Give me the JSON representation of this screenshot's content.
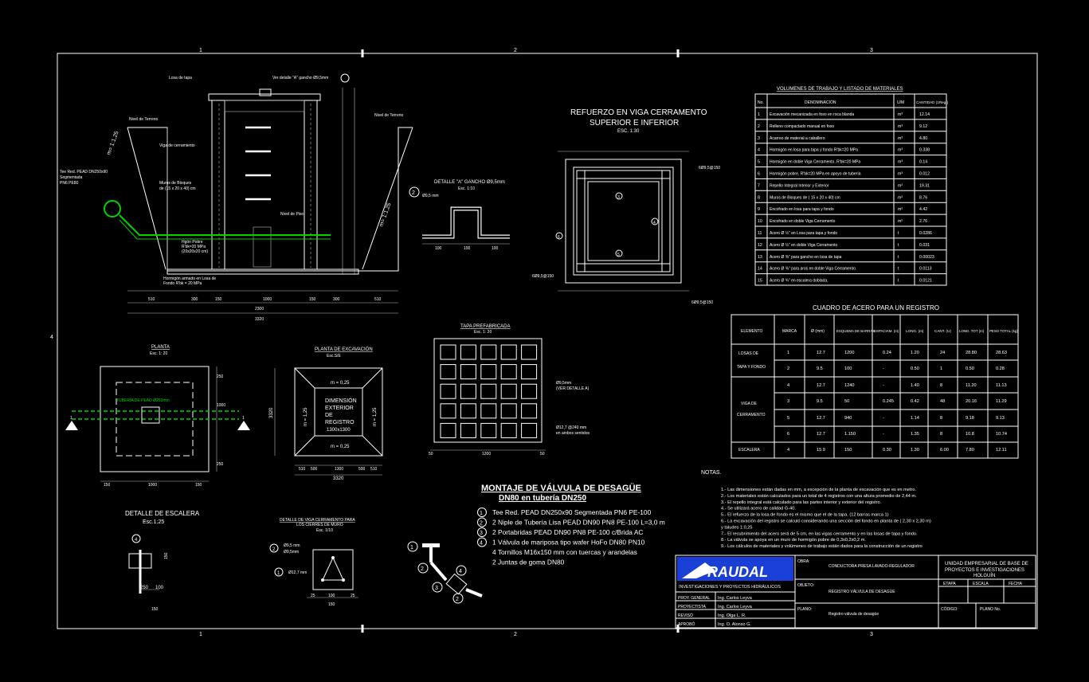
{
  "colors": {
    "background": "#000000",
    "lines": "#ffffff",
    "pipe": "#00d400",
    "logo_blue": "#1a3fd6"
  },
  "section": {
    "labels": [
      "Losa de tapa",
      "Ver detalle \"A\" gancho Ø9,5mm",
      "Nivel de Terreno",
      "Nivel de Terreno",
      "Viga de cerramiento",
      "Tee Red. PEAD DN250x90",
      "Segmentada",
      "PN6 PE80",
      "Muros de Bloques",
      "de (15 x 20 x 40) cm",
      "Hgón Pobre",
      "R'bk=20 MPa",
      "(20x20x20 cm)",
      "Hormigón armado en Losa de",
      "Fondo R'bk = 20 MPa",
      "Nivel de Piso",
      "m= 1:1,25",
      "m= 1:1,25"
    ],
    "dims": [
      "510",
      "300",
      "150",
      "1000",
      "150",
      "300",
      "510",
      "2300",
      "3320"
    ]
  },
  "hook": {
    "title": "DETALLE \"A\" GANCHO Ø9,5mm",
    "scale": "Esc. 1:10",
    "callout": "2",
    "bar": "Ø9,5 mm",
    "dims": [
      "100",
      "100",
      "100"
    ]
  },
  "beam": {
    "title1": "REFUERZO EN VIGA CERRAMENTO",
    "title2": "SUPERIOR E INFERIOR",
    "scale": "ESC. 1:30",
    "labels": [
      "6Ø9,5@150",
      "6Ø9,5@150",
      "6Ø9,5@150"
    ],
    "callouts": [
      "3",
      "4",
      "5",
      "6"
    ]
  },
  "materials": {
    "title": "VOLUMENES DE TRABAJO Y LISTADO DE MATERIALES",
    "headers": [
      "No.",
      "DENOMINACIÓN",
      "U/M",
      "CANTIDAD (1Reg.)"
    ],
    "rows": [
      [
        "1",
        "Excavación mecanizada en foso en roca blanda",
        "m³",
        "12.14"
      ],
      [
        "2",
        "Relleno compactado manual en foso",
        "m³",
        "9.12"
      ],
      [
        "3",
        "Acarreo de material a caballero",
        "m³",
        "4.80"
      ],
      [
        "4",
        "Hormigón en losa para tapa y fondo R'bk=20 MPa",
        "m³",
        "0.338"
      ],
      [
        "5",
        "Hormigón en doble Viga Cerramento, R'bk=20 MPa",
        "m³",
        "0.14"
      ],
      [
        "6",
        "Hormigón pobre, R'bk=20 MPa en apoyo de tubería",
        "m³",
        "0.012"
      ],
      [
        "7",
        "Repello Integral Interior y Exterior",
        "m²",
        "19.31"
      ],
      [
        "8",
        "Muros de Bloques de ( 15 x 20 x 40) cm",
        "m²",
        "8.76"
      ],
      [
        "9",
        "Encofrado en losa para tapa y fondo",
        "m²",
        "4.42"
      ],
      [
        "10",
        "Encofrado en doble Viga Cerramento",
        "m²",
        "2.76"
      ],
      [
        "11",
        "Acero Ø ½\" en Losa para tapa y fondo",
        "t",
        "0.0286"
      ],
      [
        "12",
        "Acero Ø ½\" en doble Viga Cerramento",
        "t",
        "0.031"
      ],
      [
        "13",
        "Acero Ø ⅜\" para gancho en losa de tapa",
        "t",
        "0.00023"
      ],
      [
        "14",
        "Acero Ø ⅜\" para aros en doble Viga Cerramento.",
        "t",
        "0.0113"
      ],
      [
        "15",
        "Acero Ø ¾\" en escalera doblada.",
        "t",
        "0.0121"
      ]
    ]
  },
  "steel": {
    "title": "CUADRO DE ACERO PARA UN REGISTRO",
    "headers": [
      "ELEMENTO",
      "MARCA",
      "Ø (mm)",
      "ESQUEMA DE BARRAS",
      "ESPACIAM. (m)",
      "LONG. (m)",
      "CANT. (U)",
      "LONG. TOT (m)",
      "PESO TOTAL (kg)"
    ],
    "groups": [
      {
        "name1": "LOSAS DE",
        "name2": "TAPA Y FONDO"
      },
      {
        "name1": "VIGA DE",
        "name2": "CERRAMENTO"
      },
      {
        "name1": "ESCALERA",
        "name2": ""
      }
    ],
    "rows": [
      [
        "1",
        "12.7",
        "1200",
        "0.24",
        "1.20",
        "24",
        "28.80",
        "28.63"
      ],
      [
        "2",
        "9.5",
        "100",
        "-",
        "0.50",
        "1",
        "0.50",
        "0.28"
      ],
      [
        "4",
        "12.7",
        "1240",
        "-",
        "1.40",
        "8",
        "11.20",
        "11.13"
      ],
      [
        "3",
        "9.5",
        "50",
        "0.245",
        "0.42",
        "48",
        "20.16",
        "11.29"
      ],
      [
        "5",
        "12.7",
        "940",
        "-",
        "1.14",
        "8",
        "9.18",
        "9.13"
      ],
      [
        "6",
        "12.7",
        "1.150",
        "-",
        "1.35",
        "8",
        "10.8",
        "10.74"
      ],
      [
        "4",
        "15.9",
        "150",
        "0.30",
        "1.30",
        "6.00",
        "7.80",
        "12.11"
      ]
    ]
  },
  "plan": {
    "title": "PLANTA",
    "scale": "Esc. 1: 20",
    "pipe_label": "TUBERÍA DE PEAD Ø250mm",
    "dims": [
      "150",
      "1000",
      "150"
    ],
    "side_dims": [
      "250",
      "1000",
      "250"
    ],
    "markers": [
      "1",
      "1"
    ]
  },
  "excavation": {
    "title": "PLANTA DE EXCAVACIÓN",
    "scale": "Esc.S/E",
    "text": [
      "DIMENSIÓN",
      "EXTERIOR",
      "DE",
      "REGISTRO",
      "1300x1300"
    ],
    "slopes": [
      "m = 0,25",
      "m = 0,25",
      "m = 1,25",
      "m = 1,25"
    ],
    "dims": [
      "510",
      "500",
      "1300",
      "500",
      "510",
      "3320"
    ],
    "side": "3320"
  },
  "cover": {
    "title": "TAPA PREFABRICADA",
    "scale": "Esc. 1: 20",
    "labels": [
      "Ø9,5mm",
      "(VER DETALLE A)",
      "Ø12,7 @240 mm",
      "en ambos sentidos"
    ],
    "dims": [
      "50",
      "1200",
      "50"
    ]
  },
  "assembly": {
    "title": "MONTAJE DE VÁLVULA DE DESAGÜE",
    "subtitle": "DN80 en tubería DN250",
    "items": [
      {
        "n": "1",
        "text": "Tee Red. PEAD DN250x90 Segmentada PN6 PE-100"
      },
      {
        "n": "2",
        "text": "2 Niple de Tubería Lisa PEAD DN90 PN8 PE-100 L=3,0 m"
      },
      {
        "n": "3",
        "text": "2 Portabridas PEAD DN90 PN8 PE-100 c/Brida AC"
      },
      {
        "n": "4",
        "text": "1 Válvula de mariposa tipo wafer HoFo DN80 PN10"
      },
      {
        "n": "",
        "text": "4 Tornillos M16x150 mm con tuercas y arandelas"
      },
      {
        "n": "",
        "text": "2 Juntas de goma DN80"
      }
    ],
    "callouts": [
      "1",
      "2",
      "3",
      "4",
      "2"
    ]
  },
  "ladder": {
    "title": "DETALLE DE ESCALERA",
    "scale": "Esc.1:25",
    "callout": "4",
    "dims": [
      "250",
      "100",
      "150",
      "150"
    ]
  },
  "beamdetail": {
    "title": "DETALLE DE VIGA CERRAMENTO PARA",
    "title2": "LOS CIERRES DE MURO",
    "scale": "Esc. 1/10",
    "labels": [
      "Ø9,5 mm",
      "Ø9,5mm",
      "Ø12,7 mm"
    ],
    "callouts": [
      "2",
      "1"
    ],
    "dims": [
      "25",
      "100",
      "25",
      "150"
    ]
  },
  "notes": {
    "title": "NOTAS.",
    "lines": [
      "1.- Las dimensiones están dadas en mm, a excepción de la planta de excavación que es en metro.",
      "2.- Los materiales están calculados para un total de 4 registros con una altura promedio de 2,44 m.",
      "3.- El repello integral está calculado para las partes interior y exterior del registro.",
      "4.- Se utilizará acero de calidad G-40.",
      "5.- El refuerzo de la losa de fondo es el mismo que el de la tapa. (12  barras marca 1)",
      "6.- La excavación del registro se calculó considerando una sección del fondo en planta de ( 2,30 x 2,30 m)",
      "      y taludes 1:0,25",
      "7.- El recubrimiento del acero será de 5 cm, en las vigas cerramento y en las losas de tapa y fondo.",
      "8.- La válvula se apoya en un muro de hormigón pobre de 0,3x0,2x0,2 m.",
      "9.- Los cálculos de materiales y volúmenes de trabajo están dados para la construcción de un registro"
    ]
  },
  "titleblock": {
    "logo": "RAUDAL",
    "logo_sub": "INVESTIGACIONES Y PROYECTOS HIDRÁULICOS",
    "roles": [
      [
        "PROY. GENERAL",
        "Ing. Carlos Leyva"
      ],
      [
        "PROYECTISTA",
        "Ing. Carlos Leyva"
      ],
      [
        "REVISÓ",
        "Ing. Olga L. R."
      ],
      [
        "APROBÓ",
        "Ing. O. Alonso G."
      ]
    ],
    "obra_label": "OBRA:",
    "obra": "CONDUCTORA PRESA LAVADO-REGULADOR",
    "objeto_label": "OBJETO:",
    "objeto": "REGISTRO VÁLVULA DE DESAGÜE",
    "plano_label": "PLANO:",
    "plano": "Registro válvula de desagüe",
    "company": [
      "UNIDAD EMPRESARIAL DE BASE DE",
      "PROYECTOS E INVESTIGACIONES",
      "HOLGUÍN"
    ],
    "etapa": "ETAPA",
    "escala": "ESCALA",
    "fecha": "FECHA",
    "codigo": "CÓDIGO:",
    "plano_no": "PLANO No."
  },
  "frame": {
    "ticks": [
      "1",
      "2",
      "3",
      "4",
      "1",
      "2",
      "3"
    ]
  }
}
